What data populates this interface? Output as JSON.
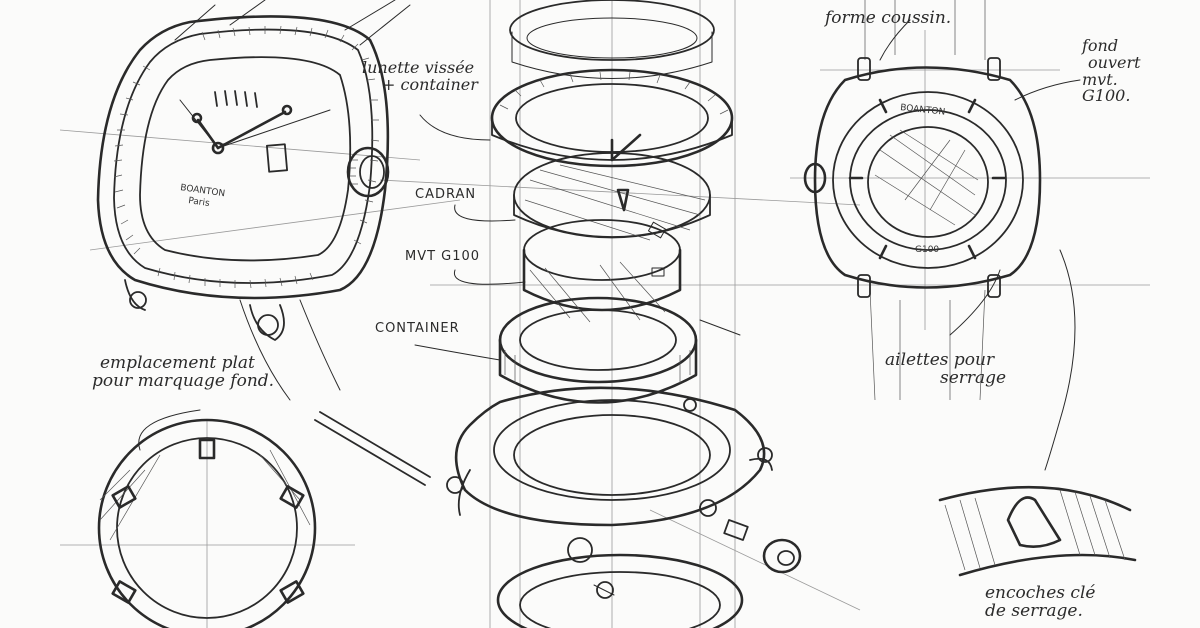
{
  "annotations": {
    "lunette": [
      "lunette vissée",
      "+ container"
    ],
    "cadran": "CADRAN",
    "mvt_top": "MVT G100",
    "container": "CONTAINER",
    "emplacement": [
      "emplacement plat",
      "pour marquage fond."
    ],
    "forme": "forme coussin.",
    "fond": [
      "fond",
      "ouvert",
      "mvt.",
      "G100."
    ],
    "ailettes": [
      "ailettes pour",
      "serrage"
    ],
    "encoches": [
      "encoches clé",
      "de serrage."
    ]
  },
  "dial_marks": {
    "brand": "BOANTON",
    "brand_sub": "Paris",
    "back_brand": "BOANTON",
    "back_mvt": "G100"
  }
}
